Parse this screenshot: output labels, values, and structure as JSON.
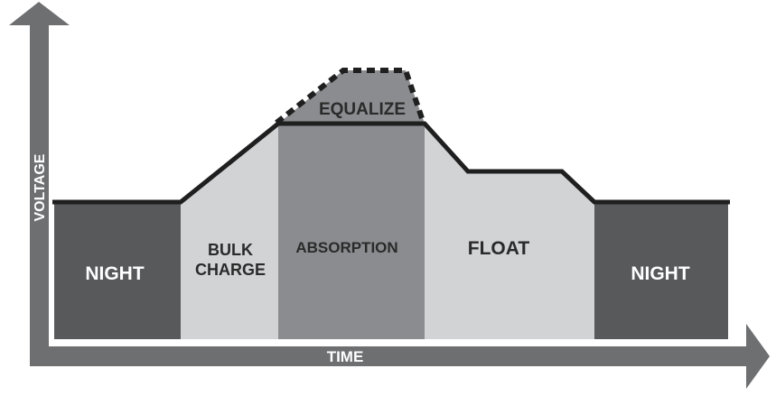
{
  "axes": {
    "y_label": "VOLTAGE",
    "x_label": "TIME"
  },
  "stages": {
    "night_left": "NIGHT",
    "bulk_line1": "BULK",
    "bulk_line2": "CHARGE",
    "absorption": "ABSORPTION",
    "equalize": "EQUALIZE",
    "float": "FLOAT",
    "night_right": "NIGHT"
  },
  "colors": {
    "axis": "#6e6f71",
    "night": "#58595b",
    "bulk": "#d2d3d5",
    "absorption": "#8a8c8f",
    "equalize": "#8a8c8f",
    "float": "#d2d3d5",
    "curve": "#1f1f1f",
    "dark_text": "#ffffff",
    "light_text": "#2a2a2a"
  }
}
